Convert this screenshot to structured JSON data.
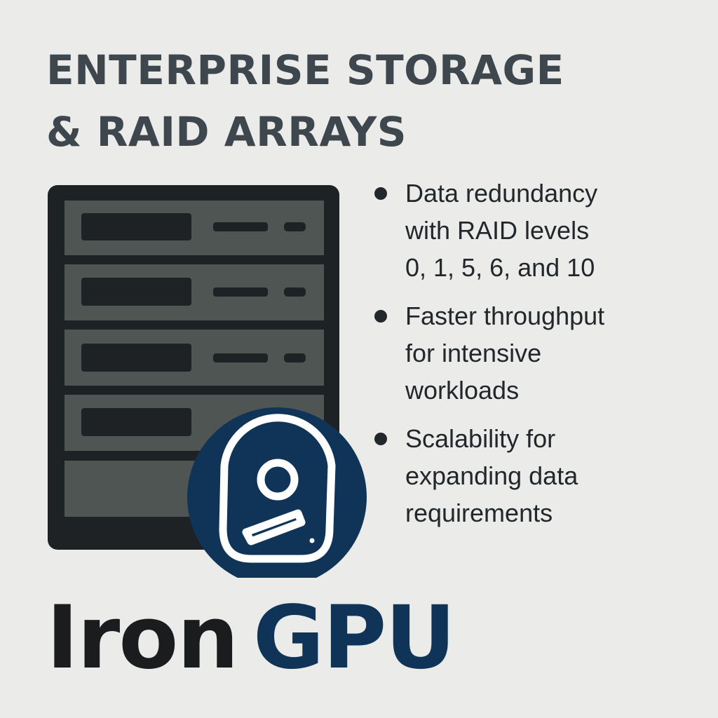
{
  "title": {
    "line1": "ENTERPRISE STORAGE",
    "line2": "& RAID ARRAYS"
  },
  "bullets": [
    {
      "line1": "Data redundancy",
      "line2": "with RAID levels",
      "line3": "0, 1, 5, 6, and 10"
    },
    {
      "line1": "Faster throughput",
      "line2": "for intensive",
      "line3": "workloads"
    },
    {
      "line1": "Scalability for",
      "line2": "expanding data",
      "line3": "requirements"
    }
  ],
  "brand": {
    "part1": "Iron",
    "part2": "GPU"
  },
  "illustration": {
    "server_icon": "server-rack-icon",
    "drive_icon": "hard-drive-icon"
  },
  "colors": {
    "background": "#ebebea",
    "title": "#3e474d",
    "bullet_text": "#22272b",
    "brand_dark": "#1a1c1e",
    "accent_navy": "#0f3458",
    "rack_frame": "#1f2224",
    "rack_bay": "#4f5553"
  }
}
